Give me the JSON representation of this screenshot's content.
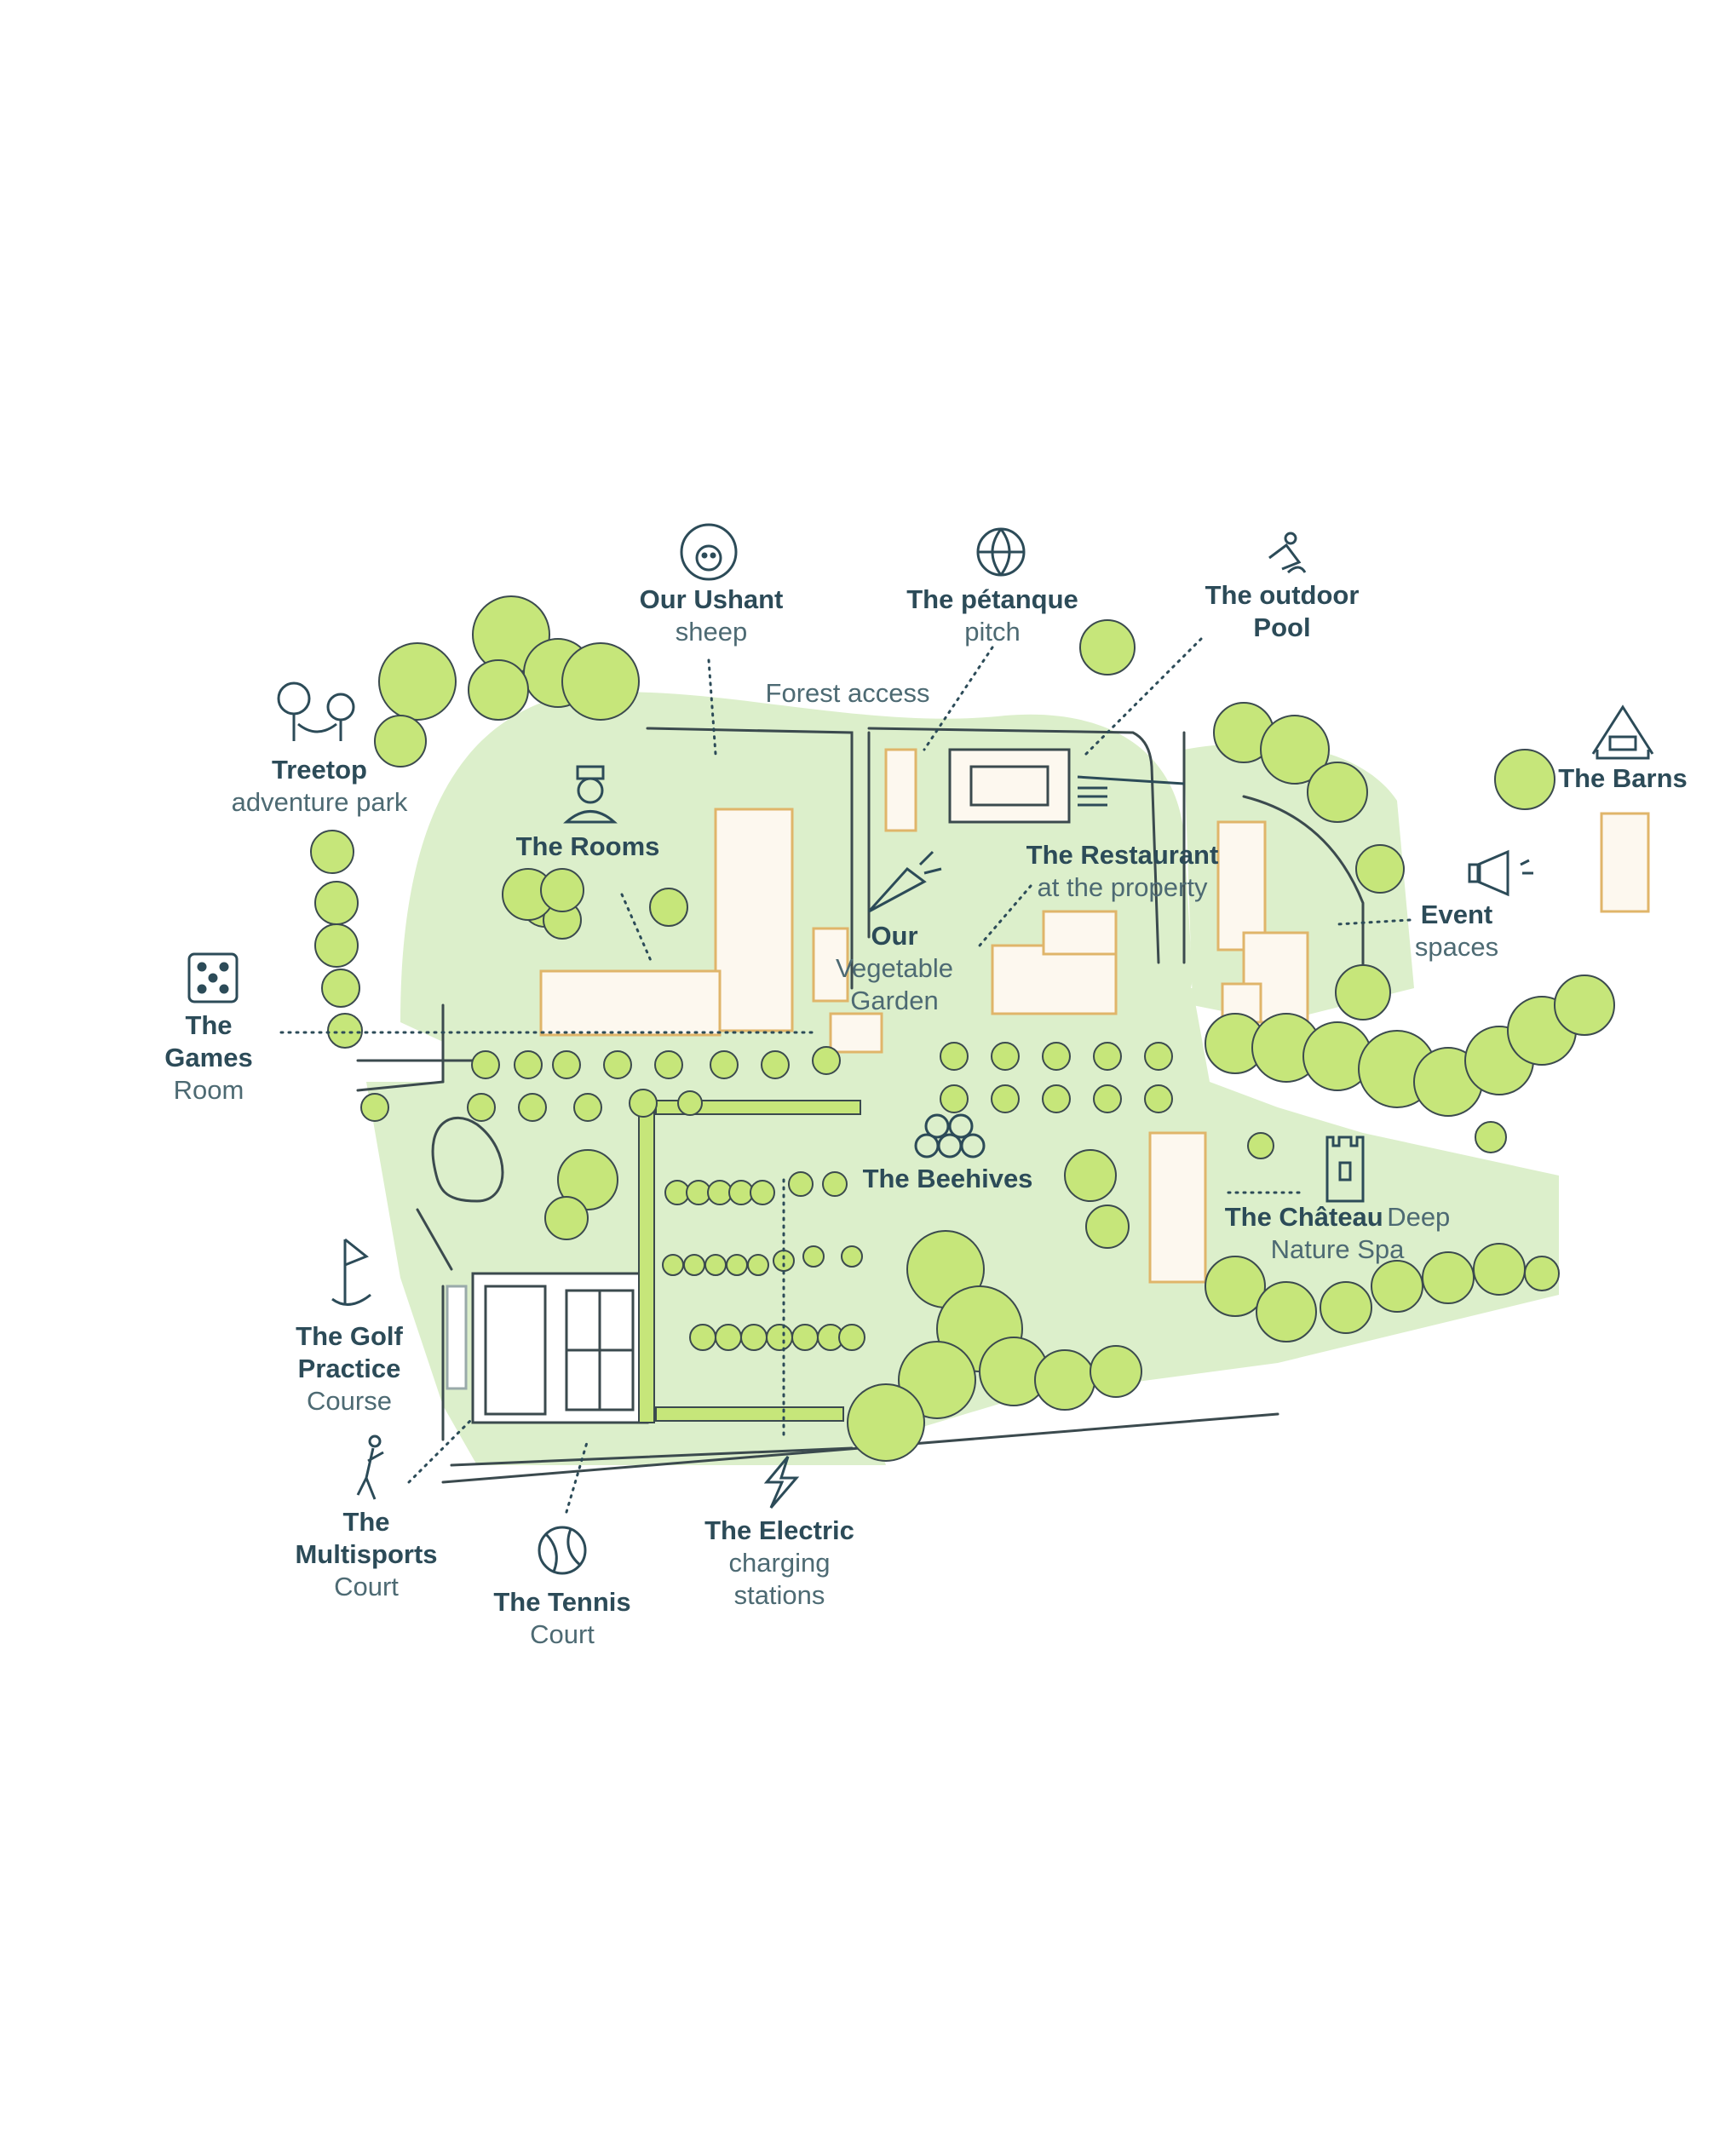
{
  "map": {
    "labels": {
      "sheep": {
        "bold": "Our Ushant",
        "sub": "sheep"
      },
      "petanque": {
        "bold": "The pétanque",
        "sub": "pitch"
      },
      "pool": {
        "bold": "The outdoor",
        "bold2": "Pool"
      },
      "forest": {
        "text": "Forest access"
      },
      "treetop": {
        "bold": "Treetop",
        "sub": "adventure park"
      },
      "rooms": {
        "bold": "The Rooms"
      },
      "barns": {
        "bold": "The Barns"
      },
      "restaurant": {
        "bold": "The Restaurant",
        "sub": "at the property"
      },
      "garden": {
        "bold": "Our",
        "sub": "Vegetable",
        "sub2": "Garden"
      },
      "events": {
        "bold": "Event",
        "sub": "spaces"
      },
      "games": {
        "bold": "The",
        "bold2": "Games",
        "sub": "Room"
      },
      "beehives": {
        "bold": "The Beehives"
      },
      "chateau": {
        "bold": "The Château",
        "sub_inline": "Deep",
        "sub": "Nature Spa"
      },
      "golf": {
        "bold": "The Golf",
        "bold2": "Practice",
        "sub": "Course"
      },
      "multisports": {
        "bold": "The",
        "bold2": "Multisports",
        "sub": "Court"
      },
      "tennis": {
        "bold": "The Tennis",
        "sub": "Court"
      },
      "electric": {
        "bold": "The Electric",
        "sub": "charging",
        "sub2": "stations"
      }
    },
    "icons": [
      "sheep-icon",
      "globe-ball-icon",
      "swimmer-icon",
      "trees-hammock-icon",
      "bellboy-icon",
      "barn-icon",
      "fork-icon",
      "carrot-icon",
      "megaphone-icon",
      "dice-icon",
      "honeycomb-icon",
      "tower-icon",
      "golf-flag-icon",
      "athlete-icon",
      "tennis-ball-icon",
      "lightning-icon"
    ],
    "colors": {
      "text": "#2c4b58",
      "lawn": "#d9ecc6",
      "tree": "#c6e67a",
      "building": "#e0b56a",
      "ink": "#3b4a4e"
    }
  }
}
